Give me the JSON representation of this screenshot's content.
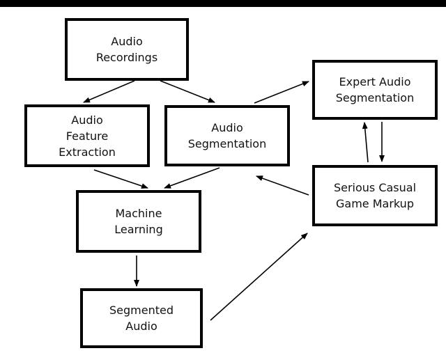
{
  "diagram": {
    "nodes": {
      "audio_recordings": {
        "lines": [
          "Audio",
          "Recordings"
        ]
      },
      "feature_extraction": {
        "lines": [
          "Audio",
          "Feature",
          "Extraction"
        ]
      },
      "audio_segmentation": {
        "lines": [
          "Audio",
          "Segmentation"
        ]
      },
      "expert_segmentation": {
        "lines": [
          "Expert Audio",
          "Segmentation"
        ]
      },
      "serious_casual_game": {
        "lines": [
          "Serious Casual",
          "Game Markup"
        ]
      },
      "machine_learning": {
        "lines": [
          "Machine",
          "Learning"
        ]
      },
      "segmented_audio": {
        "lines": [
          "Segmented",
          "Audio"
        ]
      }
    },
    "edges": [
      {
        "from": "audio_recordings",
        "to": "feature_extraction"
      },
      {
        "from": "audio_recordings",
        "to": "audio_segmentation"
      },
      {
        "from": "audio_segmentation",
        "to": "expert_segmentation"
      },
      {
        "from": "serious_casual_game",
        "to": "expert_segmentation"
      },
      {
        "from": "expert_segmentation",
        "to": "serious_casual_game"
      },
      {
        "from": "serious_casual_game",
        "to": "audio_segmentation"
      },
      {
        "from": "feature_extraction",
        "to": "machine_learning"
      },
      {
        "from": "audio_segmentation",
        "to": "machine_learning"
      },
      {
        "from": "machine_learning",
        "to": "segmented_audio"
      },
      {
        "from": "segmented_audio",
        "to": "serious_casual_game"
      }
    ],
    "colors": {
      "stroke": "#000000",
      "text": "#111111",
      "background": "#ffffff"
    }
  }
}
